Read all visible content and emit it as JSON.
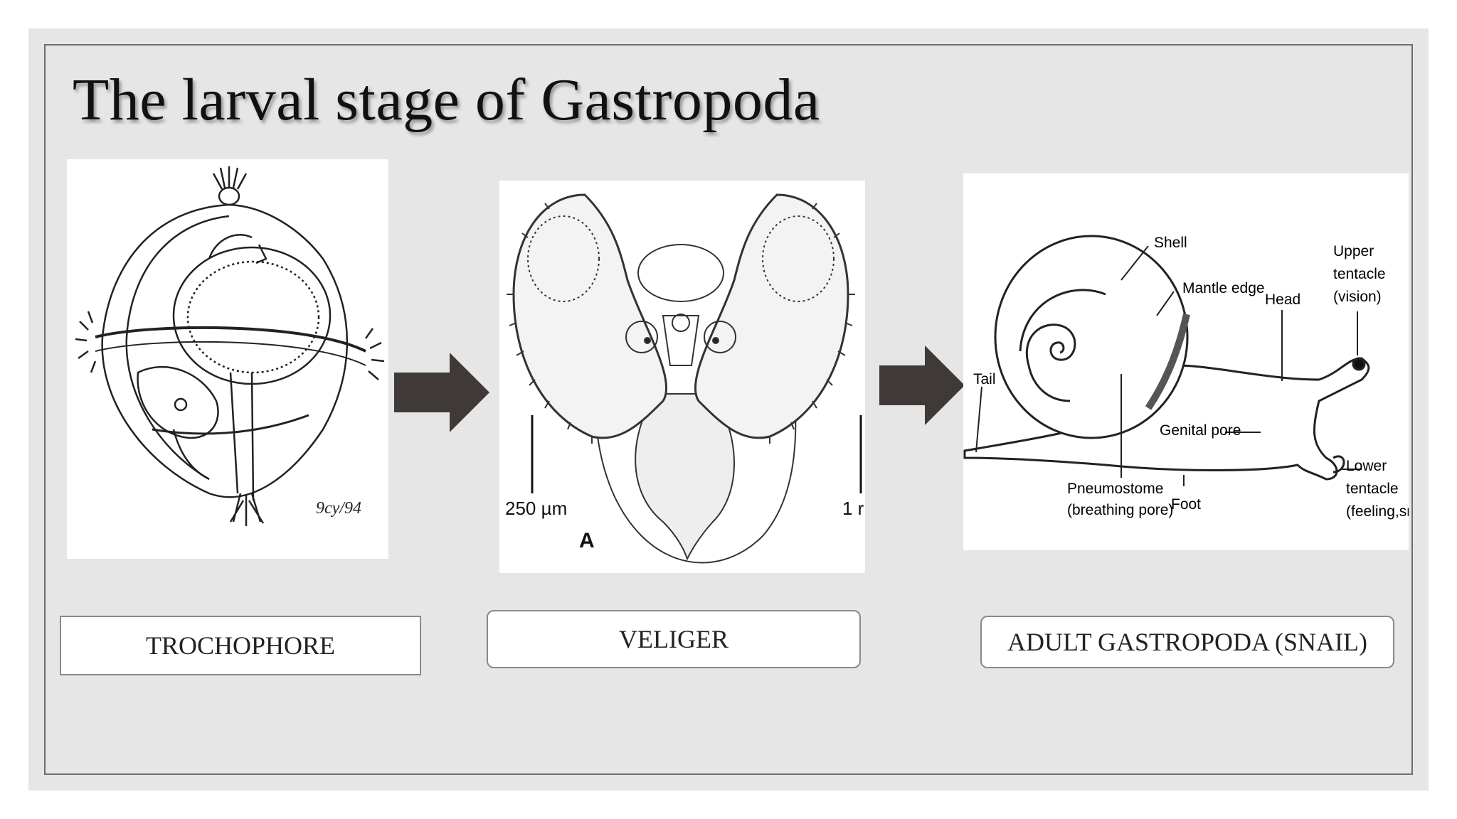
{
  "slide": {
    "title": "The larval stage of Gastropoda"
  },
  "stages": [
    {
      "id": "trochophore",
      "label": "TROCHOPHORE",
      "signature": "9cy/94"
    },
    {
      "id": "veliger",
      "label": "VELIGER",
      "scale_label": "250 µm",
      "panel_letter": "A",
      "cut_text": "1 r"
    },
    {
      "id": "adult",
      "label": "ADULT GASTROPODA (SNAIL)"
    }
  ],
  "snail_labels": {
    "shell": "Shell",
    "mantle_edge": "Mantle edge",
    "head": "Head",
    "upper_tentacle_1": "Upper",
    "upper_tentacle_2": "tentacle",
    "upper_tentacle_3": "(vision)",
    "tail": "Tail",
    "genital_pore": "Genital pore",
    "pneumostome_1": "Pneumostome",
    "pneumostome_2": "(breathing pore)",
    "foot": "Foot",
    "lower_tentacle_1": "Lower",
    "lower_tentacle_2": "tentacle",
    "lower_tentacle_3": "(feeling,sm"
  },
  "colors": {
    "slide_bg": "#e6e6e6",
    "frame": "#6e6e6e",
    "arrow": "#3f3a37"
  },
  "icons": [
    "right-arrow-icon",
    "right-arrow-icon"
  ]
}
